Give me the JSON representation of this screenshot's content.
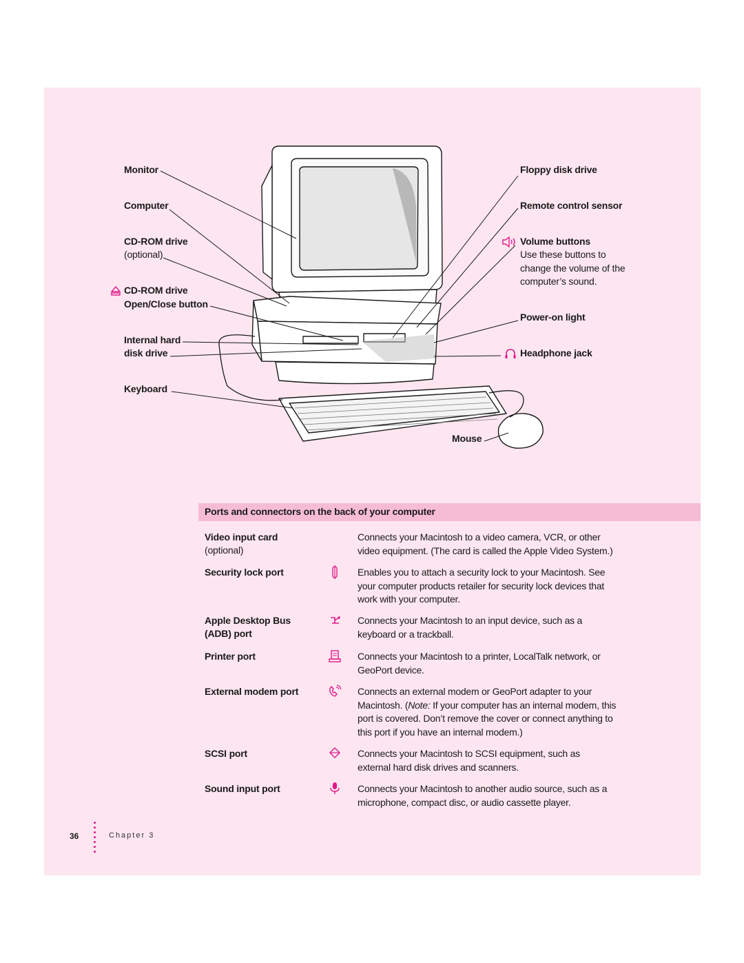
{
  "callouts": {
    "monitor": "Monitor",
    "computer": "Computer",
    "cdrom_optional": "CD-ROM drive",
    "optional": "(optional)",
    "cdrom_button_1": "CD-ROM drive",
    "cdrom_button_2": "Open/Close button",
    "internal_hd_1": "Internal hard",
    "internal_hd_2": "disk drive",
    "keyboard": "Keyboard",
    "floppy": "Floppy disk drive",
    "remote_sensor": "Remote control sensor",
    "volume_buttons": "Volume buttons",
    "volume_desc_1": "Use these buttons to",
    "volume_desc_2": "change the volume of the",
    "volume_desc_3": "computer’s sound.",
    "power_light": "Power-on light",
    "headphone": "Headphone jack",
    "mouse": "Mouse"
  },
  "ports_table": {
    "heading": "Ports and connectors on the back of your computer",
    "rows": [
      {
        "name": "Video input card",
        "name2": "(optional)",
        "icon": "none",
        "desc": [
          "Connects your Macintosh to a video camera, VCR, or other",
          "video equipment. (The card is called the Apple Video System.)"
        ]
      },
      {
        "name": "Security lock port",
        "icon": "security-lock-icon",
        "desc": [
          "Enables you to attach a security lock to your Macintosh. See",
          "your computer products retailer for security lock devices that",
          "work with your computer."
        ]
      },
      {
        "name": "Apple Desktop Bus",
        "name2": "(ADB) port",
        "icon": "adb-icon",
        "desc": [
          "Connects your Macintosh to an input device, such as a",
          "keyboard or a trackball."
        ]
      },
      {
        "name": "Printer port",
        "icon": "printer-icon",
        "desc": [
          "Connects your Macintosh to a printer, LocalTalk network, or",
          "GeoPort device."
        ]
      },
      {
        "name": "External modem port",
        "icon": "modem-icon",
        "desc_html": [
          "Connects an external modem or GeoPort adapter to your",
          "Macintosh. (<i>Note:</i> If your computer has an internal modem, this",
          "port is covered. Don’t remove the cover or connect anything to",
          "this port if you have an internal modem.)"
        ]
      },
      {
        "name": "SCSI port",
        "icon": "scsi-icon",
        "desc": [
          "Connects your Macintosh to SCSI equipment, such as",
          "external hard disk drives and scanners."
        ]
      },
      {
        "name": "Sound input port",
        "icon": "microphone-icon",
        "desc": [
          "Connects your Macintosh to another audio source, such as a",
          "microphone, compact disc, or audio cassette player."
        ]
      }
    ]
  },
  "footer": {
    "page_number": "36",
    "chapter": "Chapter 3"
  },
  "colors": {
    "panel": "#fde6f0",
    "header_bar": "#f6bcd6",
    "accent": "#e0198a"
  }
}
